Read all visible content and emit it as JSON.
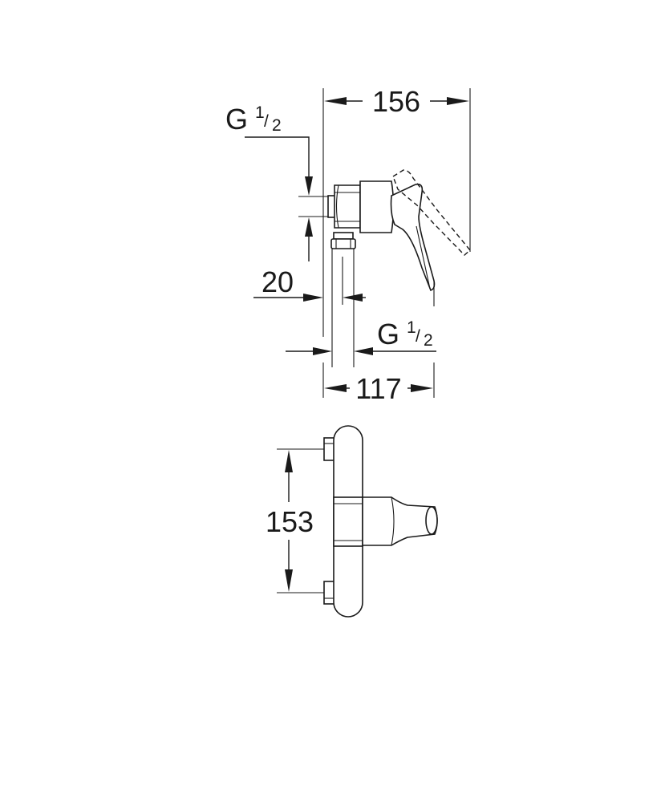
{
  "dimensions": {
    "width_total": "156",
    "depth_body": "117",
    "offset": "20",
    "connection_centers": "153"
  },
  "thread_top": {
    "letter": "G",
    "numerator": "1",
    "slash": "/",
    "denominator": "2"
  },
  "thread_bottom": {
    "letter": "G",
    "numerator": "1",
    "slash": "/",
    "denominator": "2"
  },
  "colors": {
    "line": "#1a1a1a",
    "background": "#ffffff"
  }
}
